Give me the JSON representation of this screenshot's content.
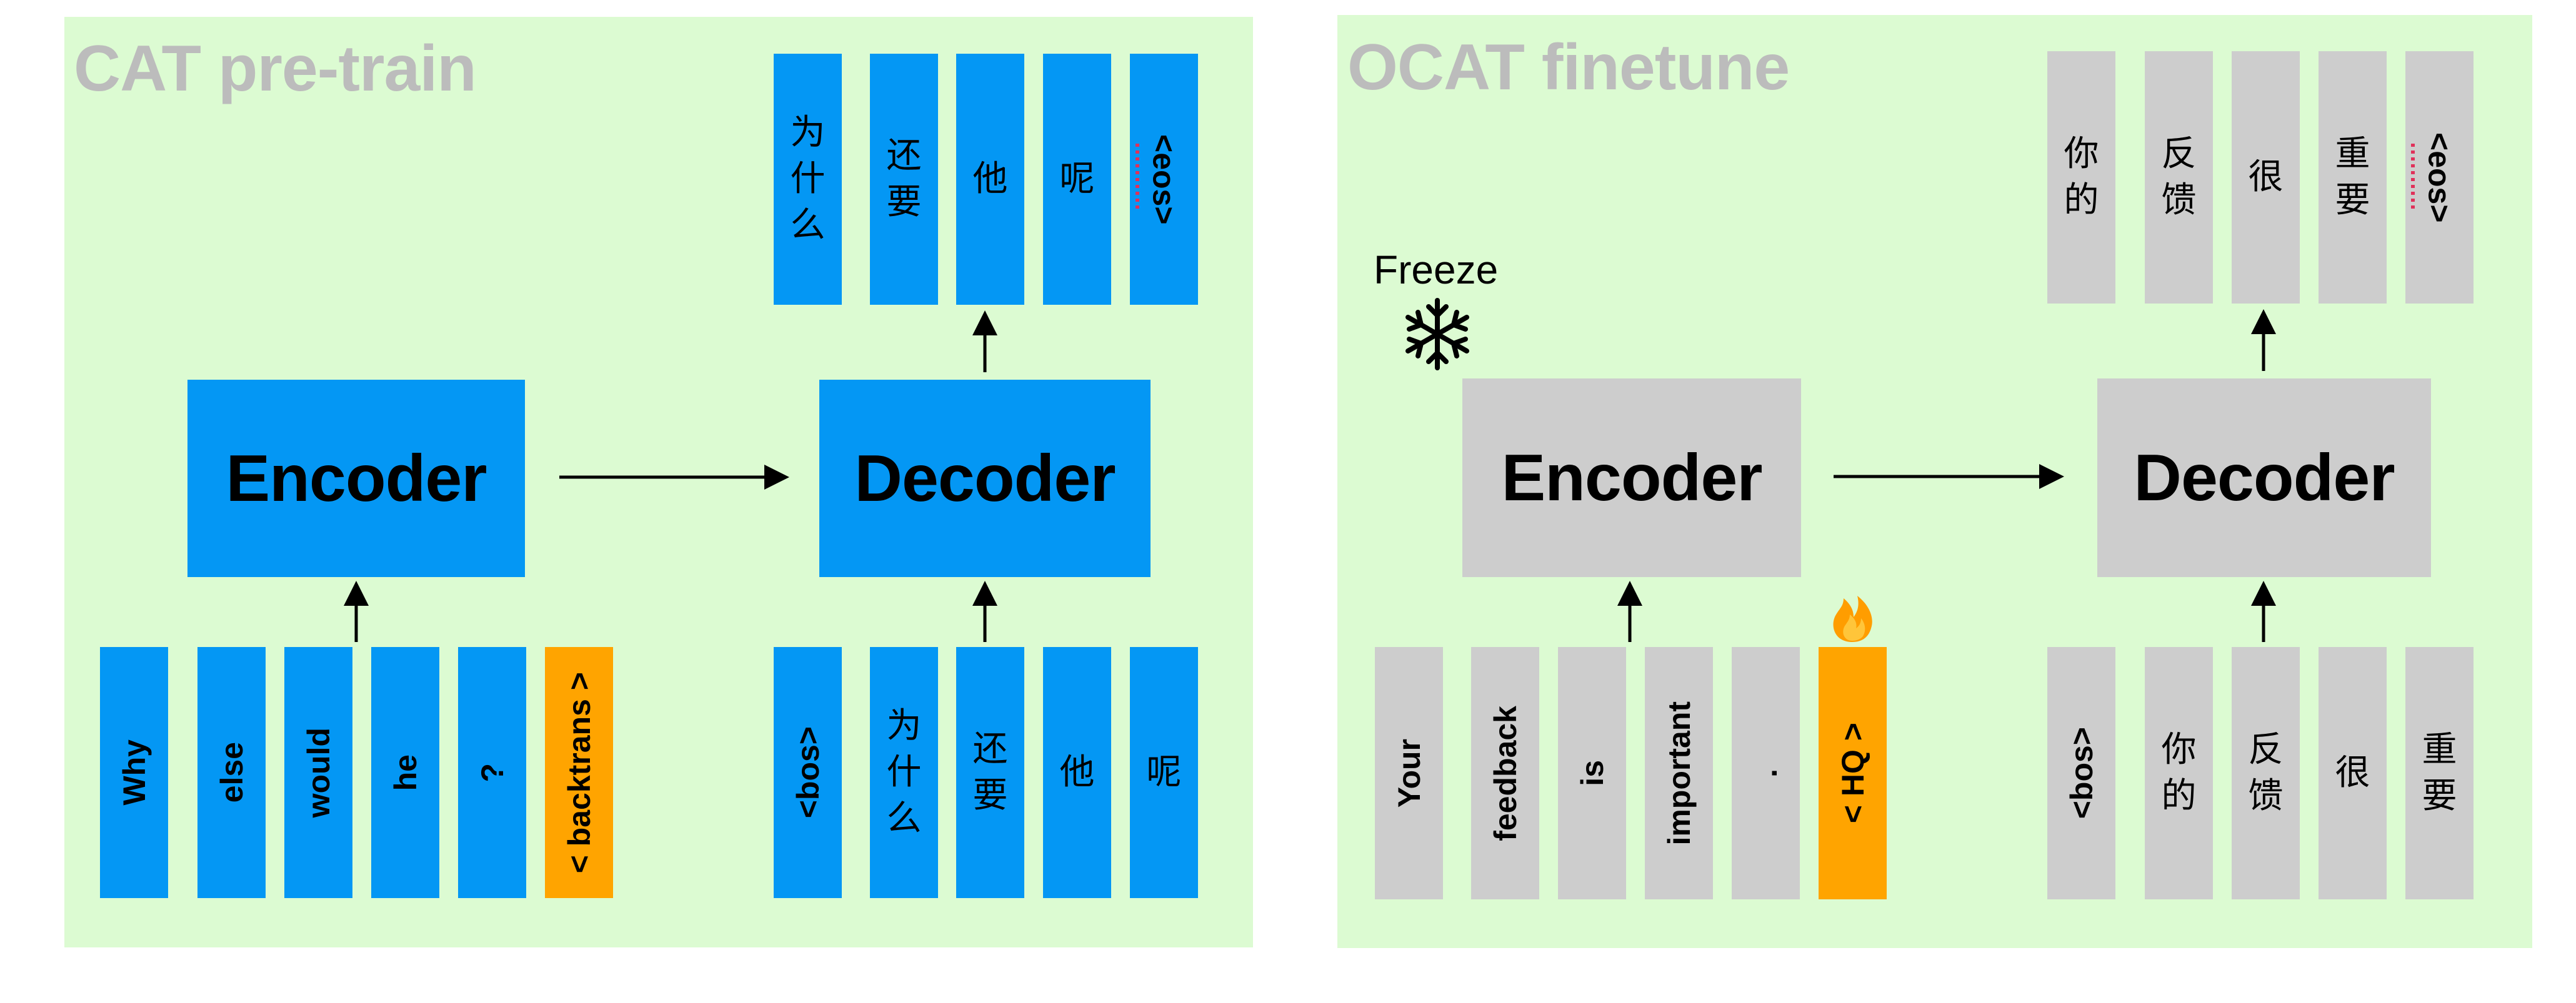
{
  "left_panel": {
    "title": "CAT pre-train",
    "encoder_label": "Encoder",
    "decoder_label": "Decoder",
    "encoder_inputs": [
      "Why",
      "else",
      "would",
      "he",
      "?",
      "< backtrans >"
    ],
    "decoder_inputs": [
      "<bos>",
      "为什么",
      "还要",
      "他",
      "呢"
    ],
    "decoder_outputs": [
      "为什么",
      "还要",
      "他",
      "呢",
      "<eos>"
    ]
  },
  "right_panel": {
    "title": "OCAT finetune",
    "freeze_label": "Freeze",
    "encoder_label": "Encoder",
    "decoder_label": "Decoder",
    "encoder_inputs": [
      "Your",
      "feedback",
      "is",
      "important",
      ".",
      "< HQ >"
    ],
    "decoder_inputs": [
      "<bos>",
      "你的",
      "反馈",
      "很",
      "重要"
    ],
    "decoder_outputs": [
      "你的",
      "反馈",
      "很",
      "重要",
      "<eos>"
    ]
  },
  "icons": {
    "freeze": "snowflake-icon",
    "trainable": "fire-icon"
  },
  "colors": {
    "panel_bg": "#dcfbd2",
    "blue": "#0497f4",
    "grey": "#cdcdcd",
    "orange": "#ffa400",
    "title_grey": "#bcbcbc"
  }
}
